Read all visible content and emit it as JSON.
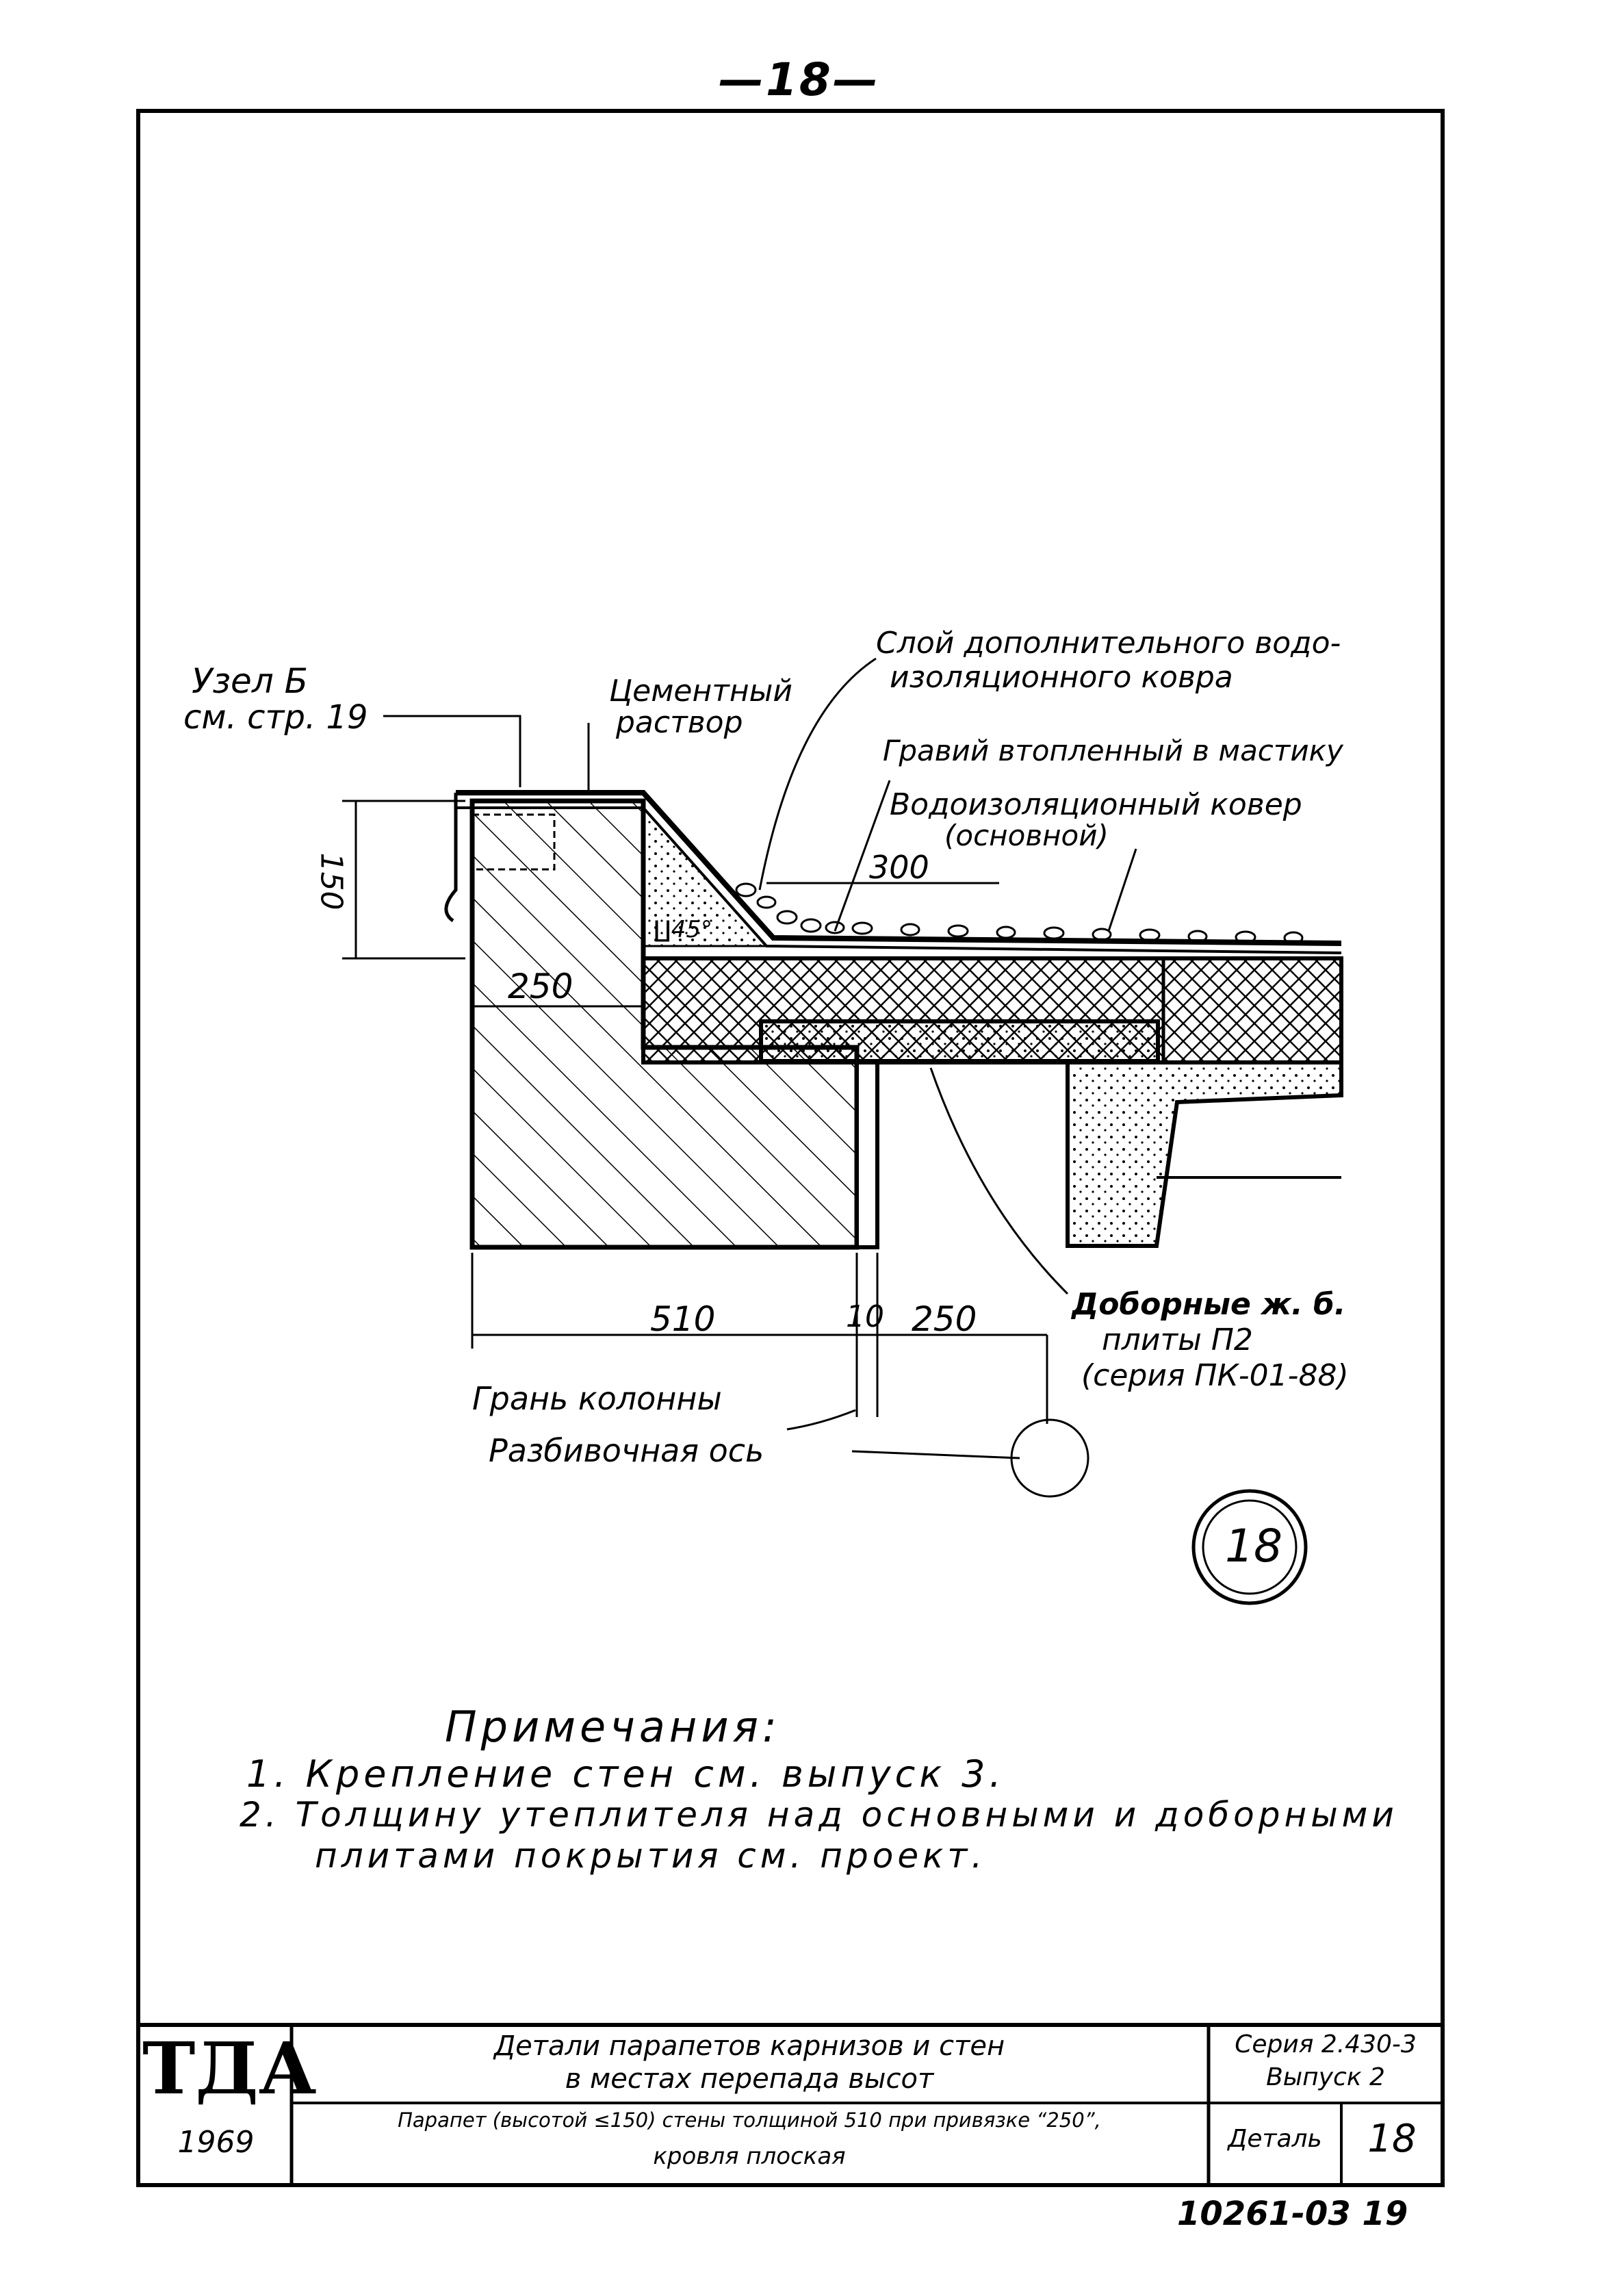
{
  "page_number": "—18—",
  "labels": {
    "node_ref_line1": "Узел Б",
    "node_ref_line2": "см. стр. 19",
    "cement_line1": "Цементный",
    "cement_line2": "раствор",
    "extra_layers_line1": "Слой дополнительного водо-",
    "extra_layers_line2": "изоляционного ковра",
    "gravel": "Гравий втопленный в мастику",
    "carpet_line1": "Водоизоляционный ковер",
    "carpet_line2": "(основной)",
    "slabs_line1": "Доборные ж. б.",
    "slabs_line2": "плиты П2",
    "slabs_line3": "(серия ПК-01-88)",
    "column_face": "Грань колонны",
    "axis": "Разбивочная ось",
    "angle": "∐45°"
  },
  "dimensions": {
    "d150": "150",
    "d250_wall": "250",
    "d300": "300",
    "d510": "510",
    "d10": "10",
    "d250_axis": "250"
  },
  "detail_number": "18",
  "notes": {
    "title": "Примечания:",
    "items": [
      "1. Крепление стен см. выпуск 3.",
      "2. Толщину утеплителя над основными и доборными",
      "плитами покрытия см. проект."
    ]
  },
  "title_block": {
    "logo": "ТДА",
    "year": "1969",
    "title_line1": "Детали парапетов карнизов и стен",
    "title_line2": "в местах перепада высот",
    "series_line1": "Серия 2.430-3",
    "series_line2": "Выпуск 2",
    "subtitle_line1": "Парапет (высотой ≤150) стены толщиной 510 при привязке “250”,",
    "subtitle_line2": "кровля плоская",
    "detail_label": "Деталь",
    "detail_value": "18"
  },
  "sheet_code": "10261-03 19"
}
